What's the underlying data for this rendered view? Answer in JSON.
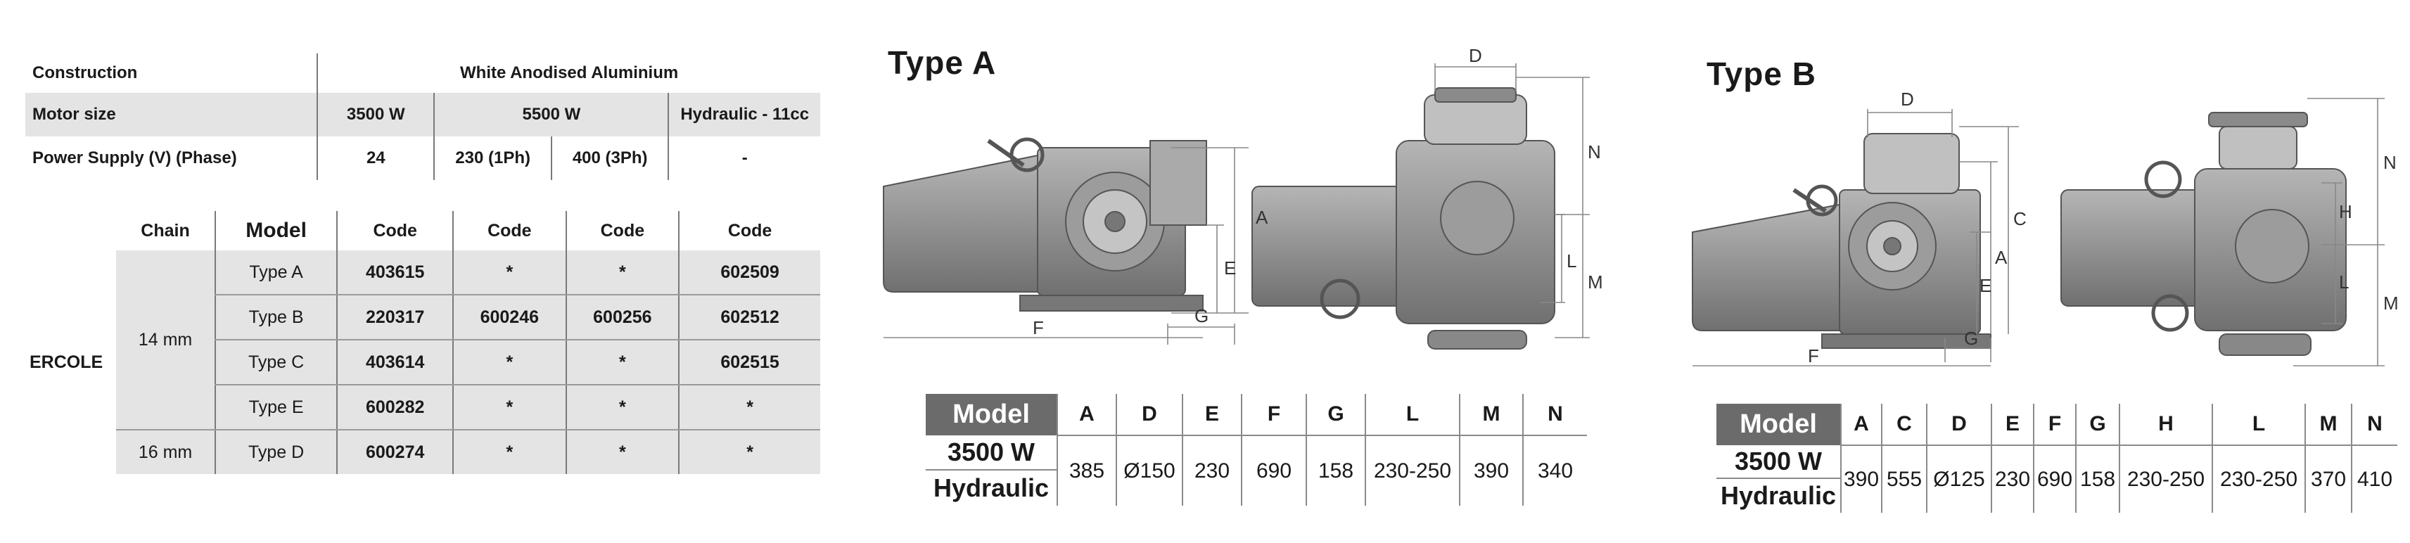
{
  "spec": {
    "construction_label": "Construction",
    "construction_value": "White Anodised Aluminium",
    "motor_label": "Motor size",
    "motor_sizes": [
      "3500 W",
      "5500 W",
      "Hydraulic - 11cc"
    ],
    "power_label": "Power Supply (V) (Phase)",
    "power_values": [
      "24",
      "230 (1Ph)",
      "400 (3Ph)",
      "-"
    ]
  },
  "codes": {
    "headers": [
      "Chain",
      "Model",
      "Code",
      "Code",
      "Code",
      "Code"
    ],
    "product": "ERCOLE",
    "groups": [
      {
        "chain": "14 mm",
        "rows": [
          {
            "model": "Type A",
            "codes": [
              "403615",
              "*",
              "*",
              "602509"
            ]
          },
          {
            "model": "Type B",
            "codes": [
              "220317",
              "600246",
              "600256",
              "602512"
            ]
          },
          {
            "model": "Type C",
            "codes": [
              "403614",
              "*",
              "*",
              "602515"
            ]
          },
          {
            "model": "Type E",
            "codes": [
              "600282",
              "*",
              "*",
              "*"
            ]
          }
        ]
      },
      {
        "chain": "16 mm",
        "rows": [
          {
            "model": "Type D",
            "codes": [
              "600274",
              "*",
              "*",
              "*"
            ]
          }
        ]
      }
    ]
  },
  "typeA": {
    "title": "Type A",
    "diagram_labels": {
      "D": "D",
      "N": "N",
      "A": "A",
      "E": "E",
      "L": "L",
      "M": "M",
      "F": "F",
      "G": "G"
    },
    "table": {
      "model_label": "Model",
      "row_labels": [
        "3500 W",
        "Hydraulic"
      ],
      "headers": [
        "A",
        "D",
        "E",
        "F",
        "G",
        "L",
        "M",
        "N"
      ],
      "values": [
        "385",
        "Ø150",
        "230",
        "690",
        "158",
        "230-250",
        "390",
        "340"
      ]
    }
  },
  "typeB": {
    "title": "Type B",
    "diagram_labels": {
      "D": "D",
      "C": "C",
      "A": "A",
      "E": "E",
      "F": "F",
      "G": "G",
      "H": "H",
      "L": "L",
      "N": "N",
      "M": "M"
    },
    "table": {
      "model_label": "Model",
      "row_labels": [
        "3500 W",
        "Hydraulic"
      ],
      "headers": [
        "A",
        "C",
        "D",
        "E",
        "F",
        "G",
        "H",
        "L",
        "M",
        "N"
      ],
      "values": [
        "390",
        "555",
        "Ø125",
        "230",
        "690",
        "158",
        "230-250",
        "230-250",
        "370",
        "410"
      ]
    }
  },
  "colors": {
    "header_gray": "#6b6b6b",
    "row_gray": "#e4e4e4",
    "machine_gray": "#8f8f8f"
  }
}
